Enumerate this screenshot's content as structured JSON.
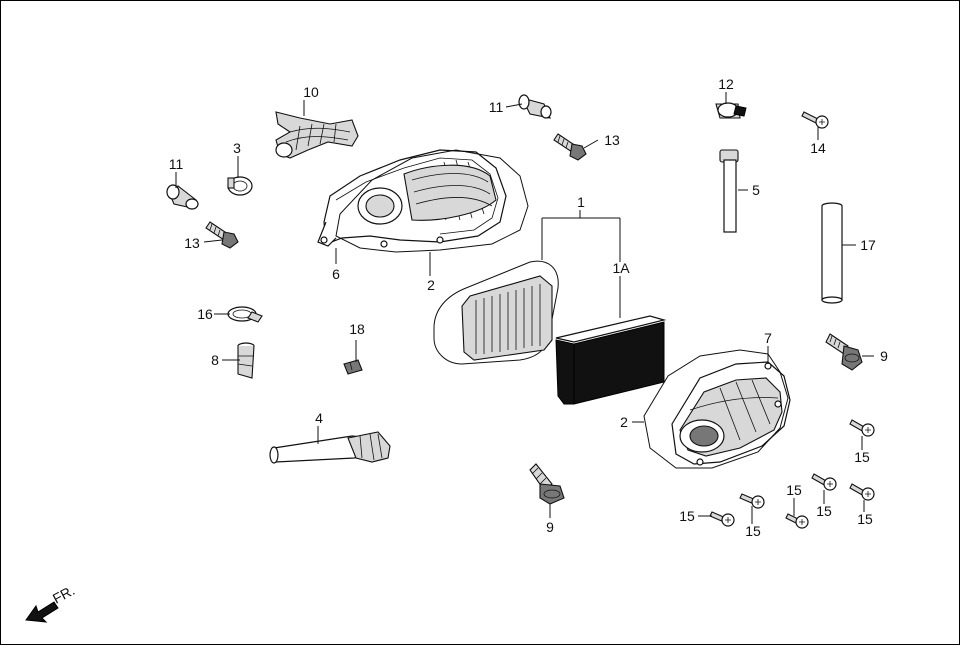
{
  "labels": {
    "l10": "10",
    "l3": "3",
    "l11a": "11",
    "l13a": "13",
    "l6": "6",
    "l2a": "2",
    "l11b": "11",
    "l13b": "13",
    "l1": "1",
    "l1A": "1A",
    "l12": "12",
    "l5": "5",
    "l14": "14",
    "l17": "17",
    "l16": "16",
    "l8": "8",
    "l18": "18",
    "l4": "4",
    "l7": "7",
    "l9a": "9",
    "l2b": "2",
    "l15a": "15",
    "l15b": "15",
    "l15c": "15",
    "l15d": "15",
    "l15e": "15",
    "l15f": "15",
    "l9b": "9"
  },
  "direction": {
    "text": "FR.",
    "icon": "front-arrow-icon"
  }
}
